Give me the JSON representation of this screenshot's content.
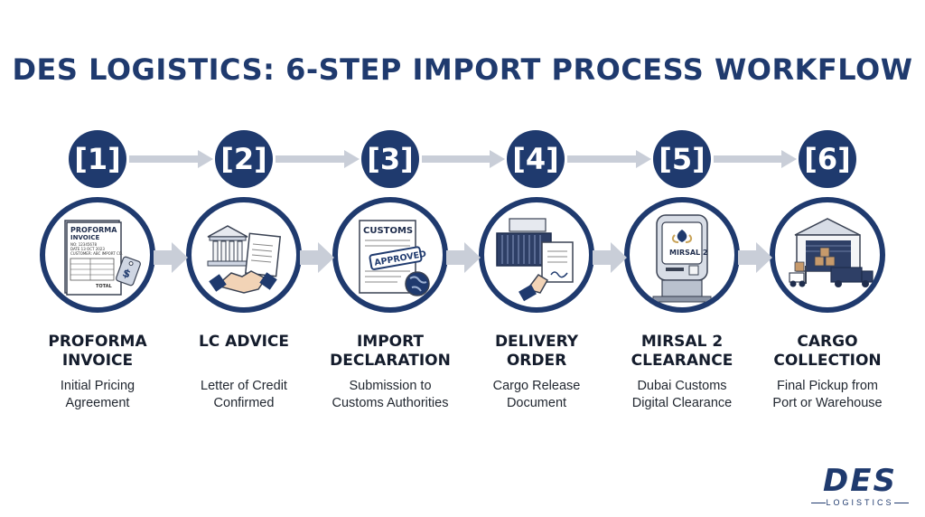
{
  "title": "DES LOGISTICS: 6-STEP IMPORT PROCESS WORKFLOW",
  "colors": {
    "navy": "#1f3a6e",
    "arrow": "#c9ced8",
    "text": "#141c2c"
  },
  "steps": [
    {
      "number": "[1]",
      "title_line1": "PROFORMA",
      "title_line2": "INVOICE",
      "desc_line1": "Initial Pricing",
      "desc_line2": "Agreement",
      "icon": "proforma-invoice-icon",
      "icon_text": {
        "doc_title": "PROFORMA",
        "doc_title2": "INVOICE",
        "doc_no": "NO: 12345678",
        "doc_date": "DATE 13 OCT 2023",
        "doc_customer": "CUSTOMER: ABC IMPORT CO.",
        "doc_total": "TOTAL"
      }
    },
    {
      "number": "[2]",
      "title_line1": "LC ADVICE",
      "title_line2": "",
      "desc_line1": "Letter of Credit",
      "desc_line2": "Confirmed",
      "icon": "bank-handshake-icon"
    },
    {
      "number": "[3]",
      "title_line1": "IMPORT",
      "title_line2": "DECLARATION",
      "desc_line1": "Submission to",
      "desc_line2": "Customs Authorities",
      "icon": "customs-approved-icon",
      "icon_text": {
        "doc_title": "CUSTOMS",
        "stamp": "APPROVED"
      }
    },
    {
      "number": "[4]",
      "title_line1": "DELIVERY",
      "title_line2": "ORDER",
      "desc_line1": "Cargo Release",
      "desc_line2": "Document",
      "icon": "container-document-icon"
    },
    {
      "number": "[5]",
      "title_line1": "MIRSAL 2",
      "title_line2": "CLEARANCE",
      "desc_line1": "Dubai Customs",
      "desc_line2": "Digital Clearance",
      "icon": "kiosk-icon",
      "icon_text": {
        "screen": "MIRSAL 2"
      }
    },
    {
      "number": "[6]",
      "title_line1": "CARGO",
      "title_line2": "COLLECTION",
      "desc_line1": "Final Pickup from",
      "desc_line2": "Port or Warehouse",
      "icon": "warehouse-truck-icon"
    }
  ],
  "logo": {
    "main": "DES",
    "sub": "LOGISTICS"
  }
}
